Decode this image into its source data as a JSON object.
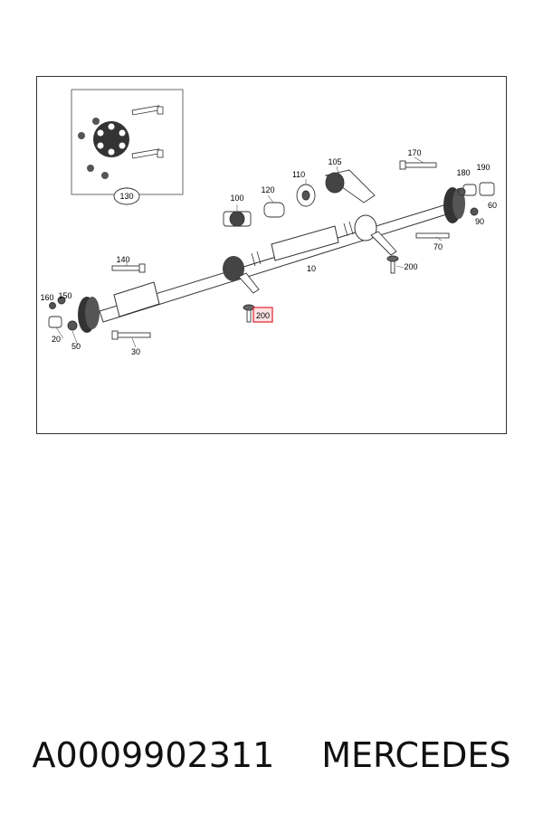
{
  "diagram": {
    "callouts": {
      "c130": "130",
      "c100": "100",
      "c120": "120",
      "c110": "110",
      "c105": "105",
      "c170": "170",
      "c180": "180",
      "c190": "190",
      "c60": "60",
      "c90": "90",
      "c70": "70",
      "c200_right": "200",
      "c10": "10",
      "c140": "140",
      "c160": "160",
      "c150": "150",
      "c20": "20",
      "c50": "50",
      "c30": "30",
      "c200_highlight": "200"
    },
    "highlight_color": "#e0222e"
  },
  "caption": {
    "part_number": "A0009902311",
    "brand": "MERCEDES"
  }
}
